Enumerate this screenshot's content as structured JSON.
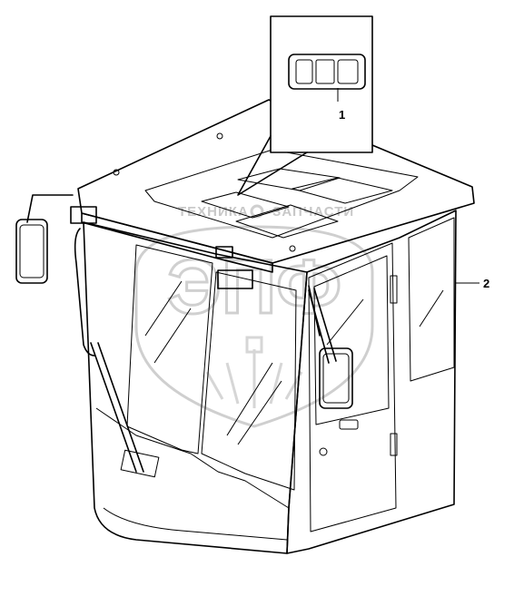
{
  "callouts": [
    {
      "id": "1",
      "label": "1"
    },
    {
      "id": "2",
      "label": "2"
    }
  ],
  "watermark": {
    "top_text_left": "ТЕХНИКА",
    "top_text_right": "ЗАПЧАСТИ",
    "logo_text": "ЭПФ",
    "color": "#c8c8c8"
  },
  "colors": {
    "line": "#000000",
    "background": "#ffffff"
  }
}
